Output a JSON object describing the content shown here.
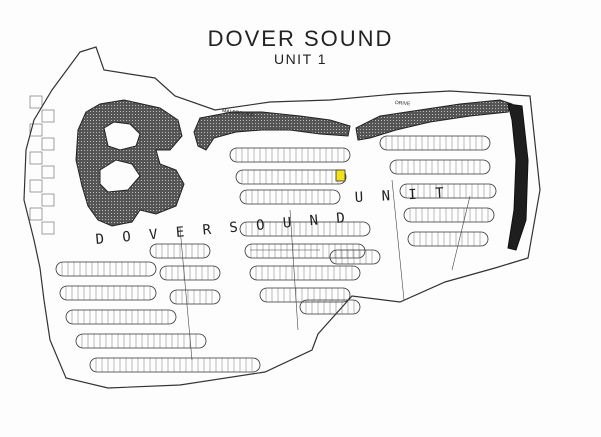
{
  "map": {
    "title": "DOVER SOUND",
    "subtitle": "UNIT 1",
    "area_label": "D O V E R   S O U N D",
    "unit_label": "U N I T",
    "roads": {
      "top_road": "MALBROOKS",
      "top_road_2": "DRIVE"
    },
    "highlight_color": "#f2e21a",
    "ink_color": "#2b2b2b"
  }
}
